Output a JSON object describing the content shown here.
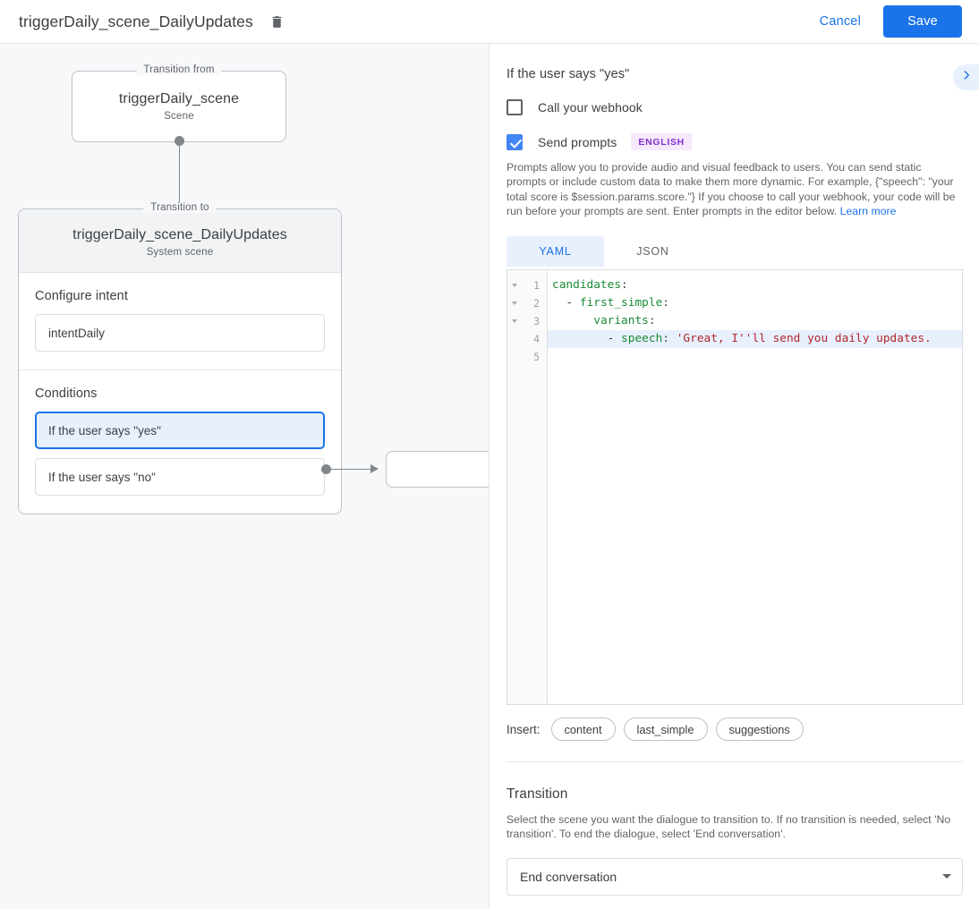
{
  "topbar": {
    "title": "triggerDaily_scene_DailyUpdates",
    "delete_icon": "trash-icon",
    "cancel_label": "Cancel",
    "save_label": "Save",
    "accent_color": "#1a73e8"
  },
  "canvas": {
    "transition_from": {
      "legend": "Transition from",
      "title": "triggerDaily_scene",
      "subtitle": "Scene"
    },
    "transition_to": {
      "legend": "Transition to",
      "title": "triggerDaily_scene_DailyUpdates",
      "subtitle": "System scene"
    },
    "configure_intent": {
      "label": "Configure intent",
      "value": "intentDaily"
    },
    "conditions": {
      "label": "Conditions",
      "items": [
        {
          "label": "If the user says \"yes\"",
          "selected": true
        },
        {
          "label": "If the user says \"no\"",
          "selected": false
        }
      ]
    }
  },
  "panel": {
    "header_title": "If the user says \"yes\"",
    "expand_icon": "chevron-right-icon",
    "webhook": {
      "label": "Call your webhook",
      "checked": false
    },
    "prompts": {
      "label": "Send prompts",
      "checked": true,
      "badge": "ENGLISH",
      "badge_color": "#8430ce",
      "description": "Prompts allow you to provide audio and visual feedback to users. You can send static prompts or include custom data to make them more dynamic. For example, {\"speech\": \"your total score is $session.params.score.\"} If you choose to call your webhook, your code will be run before your prompts are sent. Enter prompts in the editor below.",
      "learn_more": "Learn more"
    },
    "tabs": [
      {
        "label": "YAML",
        "active": true
      },
      {
        "label": "JSON",
        "active": false
      }
    ],
    "editor": {
      "language": "yaml",
      "highlighted_line": 4,
      "fold_lines": [
        1,
        2,
        3
      ],
      "lines": [
        {
          "n": "1",
          "tokens": [
            {
              "t": "candidates",
              "c": "key"
            },
            {
              "t": ":",
              "c": "punct"
            }
          ]
        },
        {
          "n": "2",
          "tokens": [
            {
              "t": "  - ",
              "c": "plain"
            },
            {
              "t": "first_simple",
              "c": "key"
            },
            {
              "t": ":",
              "c": "punct"
            }
          ]
        },
        {
          "n": "3",
          "tokens": [
            {
              "t": "      ",
              "c": "plain"
            },
            {
              "t": "variants",
              "c": "key"
            },
            {
              "t": ":",
              "c": "punct"
            }
          ]
        },
        {
          "n": "4",
          "tokens": [
            {
              "t": "        - ",
              "c": "plain"
            },
            {
              "t": "speech",
              "c": "key"
            },
            {
              "t": ": ",
              "c": "punct"
            },
            {
              "t": "'Great, I''ll send you daily updates.",
              "c": "str"
            }
          ]
        },
        {
          "n": "5",
          "tokens": []
        }
      ]
    },
    "insert": {
      "label": "Insert:",
      "chips": [
        "content",
        "last_simple",
        "suggestions"
      ]
    },
    "transition": {
      "title": "Transition",
      "description": "Select the scene you want the dialogue to transition to. If no transition is needed, select 'No transition'. To end the dialogue, select 'End conversation'.",
      "selected": "End conversation"
    }
  }
}
